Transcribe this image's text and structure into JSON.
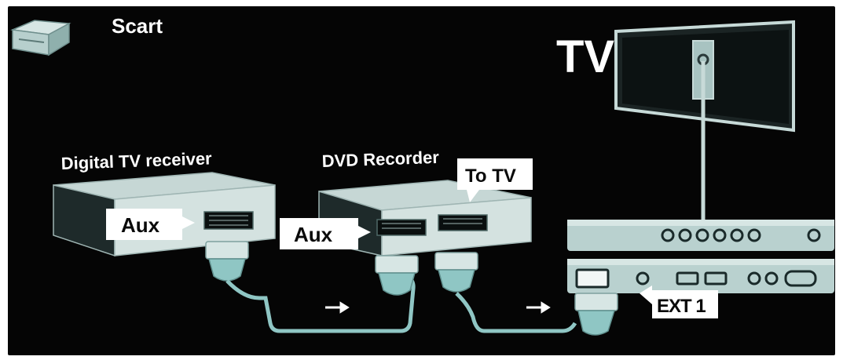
{
  "legend": {
    "label": "Scart",
    "icon": "scart-plug-icon"
  },
  "tv": {
    "label": "TV"
  },
  "receiver": {
    "title": "Digital TV receiver",
    "port_label": "Aux"
  },
  "recorder": {
    "title": "DVD Recorder",
    "in_port_label": "Aux",
    "out_port_label": "To TV"
  },
  "tv_panel": {
    "port_label": "EXT 1"
  },
  "colors": {
    "background": "#050505",
    "cable": "#8fc6c4",
    "device_face": "#d4e2e0",
    "device_top": "#c6d7d5",
    "device_side": "#1e2a2a",
    "panel": "#b9d1cf",
    "callout": "#ffffff"
  }
}
